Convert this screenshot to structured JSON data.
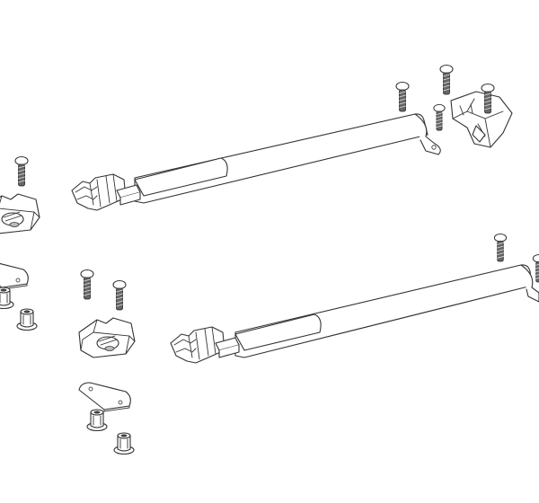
{
  "diagram": {
    "style": "exploded-parts line drawing",
    "colors": {
      "background": "#ffffff",
      "line": "#333333"
    },
    "parts": [
      "strap-assembly",
      "strap-assembly",
      "buckle",
      "buckle",
      "screw",
      "rivet-nut",
      "mounting-block",
      "mounting-plate"
    ]
  }
}
